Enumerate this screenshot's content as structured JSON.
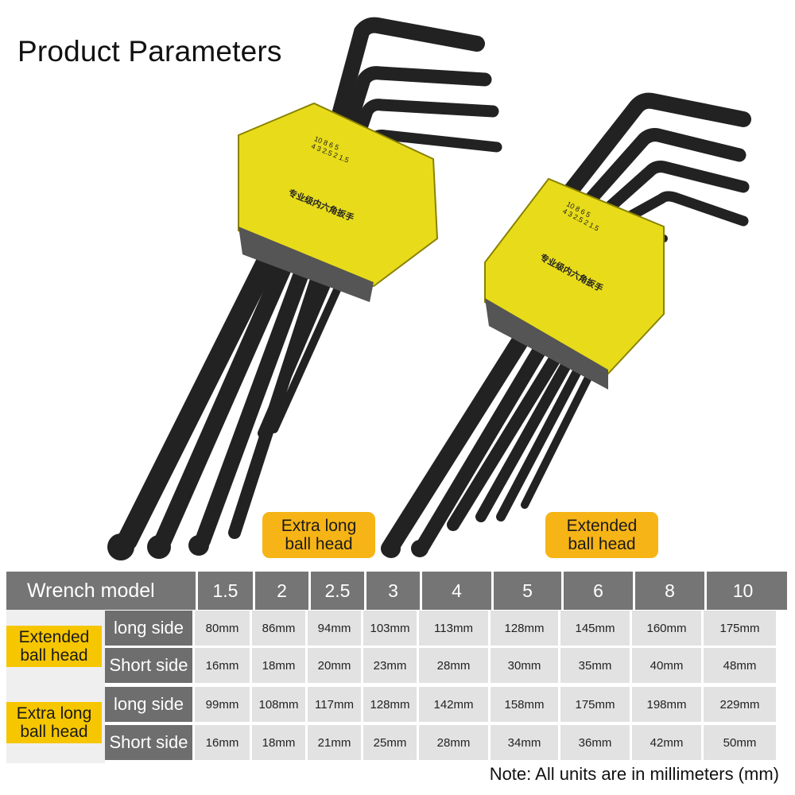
{
  "title": "Product Parameters",
  "tags": {
    "left": [
      "Extra long",
      "ball head"
    ],
    "right": [
      "Extended",
      "ball head"
    ]
  },
  "holder": {
    "numbers_top": "10 8 6 5",
    "numbers_bottom": "4 3 2.5 2 1.5",
    "chinese_label": "专业级内六角扳手"
  },
  "colors": {
    "yellow": "#f6c600",
    "tag_orange": "#f6b416",
    "header_gray": "#757575",
    "label_gray": "#6e6e6e",
    "cell_gray": "#e2e2e2"
  },
  "table": {
    "model_label": "Wrench model",
    "models": [
      "1.5",
      "2",
      "2.5",
      "3",
      "4",
      "5",
      "6",
      "8",
      "10"
    ],
    "groups": [
      {
        "name": [
          "Extended",
          "ball head"
        ],
        "rows": [
          {
            "label": "long side",
            "values": [
              "80mm",
              "86mm",
              "94mm",
              "103mm",
              "113mm",
              "128mm",
              "145mm",
              "160mm",
              "175mm"
            ]
          },
          {
            "label": "Short side",
            "values": [
              "16mm",
              "18mm",
              "20mm",
              "23mm",
              "28mm",
              "30mm",
              "35mm",
              "40mm",
              "48mm"
            ]
          }
        ]
      },
      {
        "name": [
          "Extra long",
          "ball head"
        ],
        "rows": [
          {
            "label": "long side",
            "values": [
              "99mm",
              "108mm",
              "117mm",
              "128mm",
              "142mm",
              "158mm",
              "175mm",
              "198mm",
              "229mm"
            ]
          },
          {
            "label": "Short side",
            "values": [
              "16mm",
              "18mm",
              "21mm",
              "25mm",
              "28mm",
              "34mm",
              "36mm",
              "42mm",
              "50mm"
            ]
          }
        ]
      }
    ]
  },
  "note": "Note: All units are in millimeters (mm)"
}
